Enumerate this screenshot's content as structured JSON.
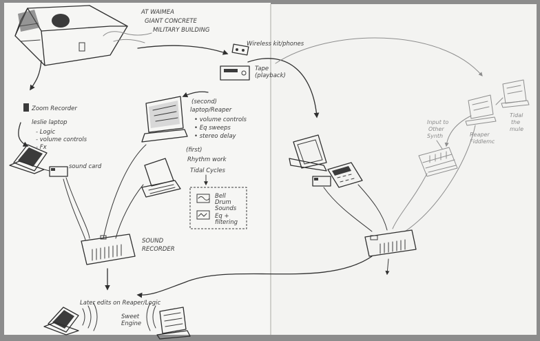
{
  "notes": {
    "location_line1": "AT WAIMEA",
    "location_line2": "GIANT CONCRETE",
    "location_line3": "MILITARY BUILDING",
    "wireless_kit": "Wireless kit/phones",
    "tape_line1": "Tape",
    "tape_line2": "(playback)",
    "zoom_recorder": "Zoom Recorder",
    "leslie_laptop": "leslie laptop",
    "leslie_item1": "- Logic",
    "leslie_item2": "- volume controls",
    "leslie_item3": "- Fx",
    "sound_card": "sound card",
    "second_laptop_line1": "(second)",
    "second_laptop_line2": "laptop/Reaper",
    "second_item1": "• volume controls",
    "second_item2": "• Eq sweeps",
    "second_item3": "• stereo delay",
    "first_label": "(first)",
    "rhythm_work": "Rhythm work",
    "tidal_cycles": "Tidal Cycles",
    "box_item1_line1": "Bell",
    "box_item1_line2": "Drum",
    "box_item1_line3": "Sounds",
    "box_item2_line1": "Eq +",
    "box_item2_line2": "filtering",
    "sound_recorder_line1": "SOUND",
    "sound_recorder_line2": "RECORDER",
    "later_edits": "Later edits on Reaper/Logic",
    "sweet_engine_line1": "Sweet",
    "sweet_engine_line2": "Engine",
    "right_synth_line1": "Input to",
    "right_synth_line2": "Other",
    "right_synth_line3": "Synth",
    "reaper_line1": "Reaper",
    "reaper_line2": "Fiddlemc",
    "tidal_right_line1": "Tidal",
    "tidal_right_line2": "the",
    "tidal_right_line3": "mule"
  },
  "colors": {
    "paper": "#f7f7f5",
    "ink": "#2f2f2f",
    "faint_ink": "#8d8d8d",
    "background": "#8c8c8c"
  }
}
